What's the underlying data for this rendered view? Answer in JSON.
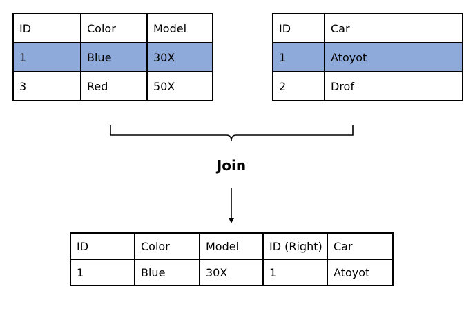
{
  "left_table": {
    "headers": [
      "ID",
      "Color",
      "Model"
    ],
    "rows": [
      [
        "1",
        "Blue",
        "30X"
      ],
      [
        "3",
        "Red",
        "50X"
      ]
    ]
  },
  "right_table": {
    "headers": [
      "ID",
      "Car"
    ],
    "rows": [
      [
        "1",
        "Atoyot"
      ],
      [
        "2",
        "Drof"
      ]
    ]
  },
  "join_label": "Join",
  "result_table": {
    "headers": [
      "ID",
      "Color",
      "Model",
      "ID (Right)",
      "Car"
    ],
    "rows": [
      [
        "1",
        "Blue",
        "30X",
        "1",
        "Atoyot"
      ]
    ]
  },
  "colors": {
    "highlight": "#8eaadb",
    "border": "#000000"
  }
}
